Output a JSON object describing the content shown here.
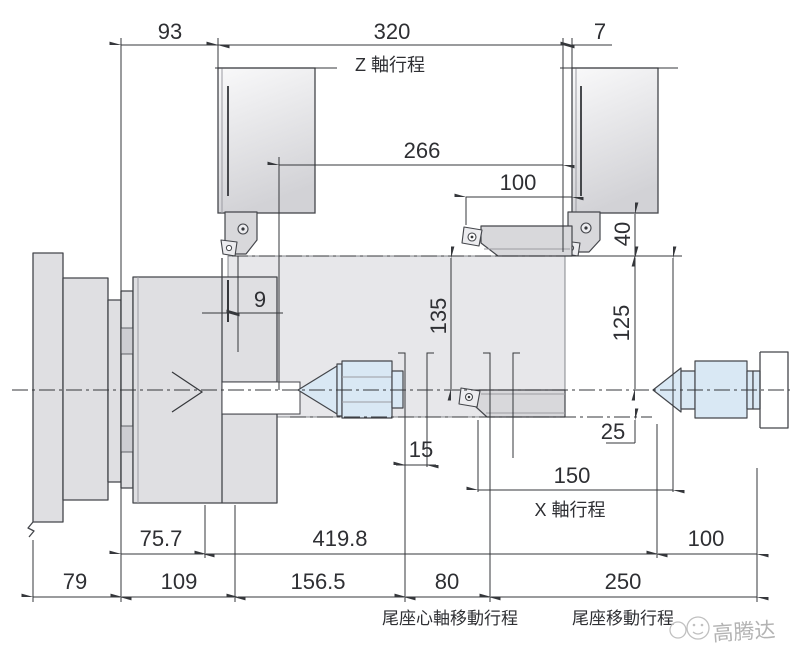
{
  "title": "CNC lathe travel dimension drawing",
  "axis_travel_labels": {
    "z": "Z 軸行程",
    "x": "X 軸行程"
  },
  "dimensions_mm": {
    "top": {
      "d93": "93",
      "d320": "320",
      "d7": "7"
    },
    "middle": {
      "d266": "266",
      "d100_tool": "100",
      "d40": "40",
      "d9": "9",
      "d135": "135",
      "d125": "125",
      "d15": "15",
      "d25": "25",
      "d150": "150"
    },
    "bottom_row1": {
      "d75_7": "75.7",
      "d419_8": "419.8",
      "d100_tailstock": "100"
    },
    "bottom_row2": {
      "d79": "79",
      "d109": "109",
      "d156_5": "156.5",
      "d80": "80",
      "d250": "250"
    }
  },
  "captions": {
    "tailstock_quill_travel": "尾座心軸移動行程",
    "tailstock_travel": "尾座移動行程"
  },
  "watermark": {
    "text": "高腾达"
  },
  "colors": {
    "line": "#35373b",
    "outline": "#44464b",
    "envelope_fill": "#e7e7ea",
    "machine_fill": "#dfdfe2",
    "tool_fill": "#d8d8db",
    "insert_fill": "#ececef",
    "center_fill": "#d9e8f4",
    "watermark_gray": "#b3b3b3"
  }
}
